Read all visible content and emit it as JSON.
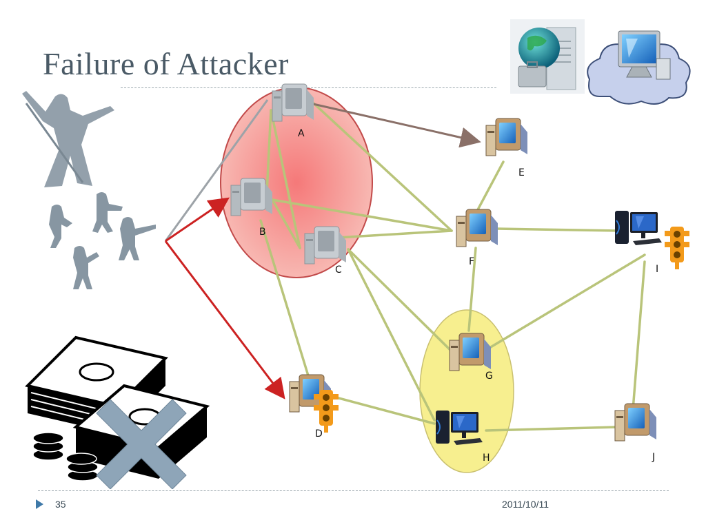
{
  "slide": {
    "title": "Failure of Attacker",
    "number": "35",
    "date": "2011/10/11"
  },
  "nodes": [
    {
      "id": "A",
      "label": "A",
      "kind": "pc-gray"
    },
    {
      "id": "B",
      "label": "B",
      "kind": "pc-gray"
    },
    {
      "id": "C",
      "label": "C",
      "kind": "pc-gray"
    },
    {
      "id": "D",
      "label": "D",
      "kind": "pc-monitored"
    },
    {
      "id": "E",
      "label": "E",
      "kind": "pc"
    },
    {
      "id": "F",
      "label": "F",
      "kind": "pc"
    },
    {
      "id": "G",
      "label": "G",
      "kind": "pc"
    },
    {
      "id": "H",
      "label": "H",
      "kind": "workstation"
    },
    {
      "id": "I",
      "label": "I",
      "kind": "workstation-monitored"
    },
    {
      "id": "J",
      "label": "J",
      "kind": "pc"
    }
  ],
  "edges": [
    [
      "A",
      "B"
    ],
    [
      "A",
      "C"
    ],
    [
      "A",
      "F"
    ],
    [
      "B",
      "C"
    ],
    [
      "B",
      "F"
    ],
    [
      "B",
      "D"
    ],
    [
      "C",
      "F"
    ],
    [
      "C",
      "G"
    ],
    [
      "C",
      "H"
    ],
    [
      "E",
      "F"
    ],
    [
      "F",
      "G"
    ],
    [
      "F",
      "I"
    ],
    [
      "G",
      "I"
    ],
    [
      "D",
      "H"
    ],
    [
      "H",
      "J"
    ],
    [
      "I",
      "J"
    ]
  ],
  "colors": {
    "edge": "#b9c47a",
    "attack": "#cc2222",
    "probe": "#9da3a8",
    "cross_link": "#8a7068",
    "compromised_zone": "#f08a8a",
    "protected_zone": "#f7ef8f",
    "traffic_light": "#f39a1a",
    "cancel_mark": "#8ea5b8"
  },
  "icons": [
    "warrior-figure-icon",
    "soldiers-icon",
    "money-stack-icon",
    "cancel-x-icon",
    "globe-server-icon",
    "cloud-computer-icon",
    "traffic-light-icon"
  ]
}
